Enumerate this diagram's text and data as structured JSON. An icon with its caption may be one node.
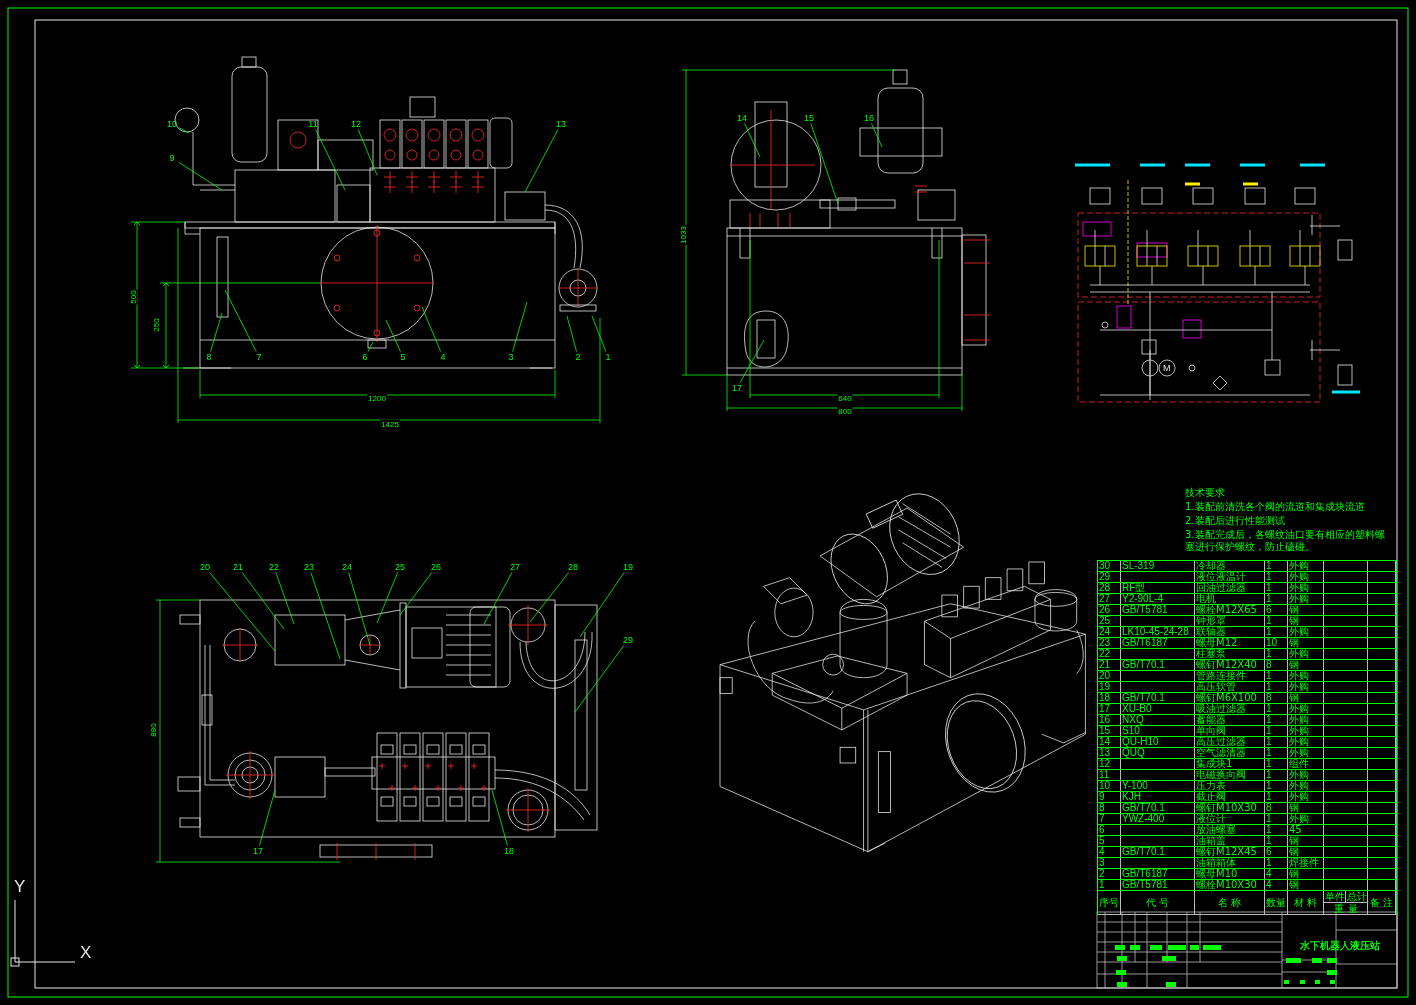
{
  "diagram": {
    "title": "水下机器人液压站",
    "nodes": [
      {
        "text": [
          "10"
        ]
      },
      {
        "text": [
          "9"
        ]
      },
      {
        "text": [
          "11"
        ]
      },
      {
        "text": [
          "12"
        ]
      },
      {
        "text": [
          "13"
        ]
      },
      {
        "text": [
          "8"
        ]
      },
      {
        "text": [
          "7"
        ]
      },
      {
        "text": [
          "6"
        ]
      },
      {
        "text": [
          "5"
        ]
      },
      {
        "text": [
          "4"
        ]
      },
      {
        "text": [
          "3"
        ]
      },
      {
        "text": [
          "2"
        ]
      },
      {
        "text": [
          "1"
        ]
      },
      {
        "text": [
          "14"
        ]
      },
      {
        "text": [
          "15"
        ]
      },
      {
        "text": [
          "16"
        ]
      },
      {
        "text": [
          "17"
        ]
      },
      {
        "text": [
          "20"
        ]
      },
      {
        "text": [
          "21"
        ]
      },
      {
        "text": [
          "22"
        ]
      },
      {
        "text": [
          "23"
        ]
      },
      {
        "text": [
          "24"
        ]
      },
      {
        "text": [
          "25"
        ]
      },
      {
        "text": [
          "26"
        ]
      },
      {
        "text": [
          "27"
        ]
      },
      {
        "text": [
          "28"
        ]
      },
      {
        "text": [
          "19"
        ]
      },
      {
        "text": [
          "29"
        ]
      },
      {
        "text": [
          "17"
        ]
      },
      {
        "text": [
          "18"
        ]
      }
    ],
    "edges": [
      {
        "from": 0,
        "to": null,
        "arrow": "none"
      },
      {
        "from": 1,
        "to": null,
        "arrow": "none"
      },
      {
        "from": 2,
        "to": null,
        "arrow": "none"
      },
      {
        "from": 3,
        "to": null,
        "arrow": "none"
      },
      {
        "from": 4,
        "to": null,
        "arrow": "none"
      },
      {
        "from": 5,
        "to": null,
        "arrow": "none"
      },
      {
        "from": 6,
        "to": null,
        "arrow": "none"
      },
      {
        "from": 7,
        "to": null,
        "arrow": "none"
      },
      {
        "from": 8,
        "to": null,
        "arrow": "none"
      },
      {
        "from": 9,
        "to": null,
        "arrow": "none"
      },
      {
        "from": 10,
        "to": null,
        "arrow": "none"
      },
      {
        "from": 11,
        "to": null,
        "arrow": "none"
      },
      {
        "from": 12,
        "to": null,
        "arrow": "none"
      },
      {
        "from": 13,
        "to": null,
        "arrow": "none"
      },
      {
        "from": 14,
        "to": null,
        "arrow": "none"
      },
      {
        "from": 15,
        "to": null,
        "arrow": "none"
      },
      {
        "from": 16,
        "to": null,
        "arrow": "none"
      },
      {
        "from": 17,
        "to": null,
        "arrow": "none"
      },
      {
        "from": 18,
        "to": null,
        "arrow": "none"
      },
      {
        "from": 19,
        "to": null,
        "arrow": "none"
      },
      {
        "from": 20,
        "to": null,
        "arrow": "none"
      },
      {
        "from": 21,
        "to": null,
        "arrow": "none"
      },
      {
        "from": 22,
        "to": null,
        "arrow": "none"
      },
      {
        "from": 23,
        "to": null,
        "arrow": "none"
      },
      {
        "from": 24,
        "to": null,
        "arrow": "none"
      },
      {
        "from": 25,
        "to": null,
        "arrow": "none"
      },
      {
        "from": 26,
        "to": null,
        "arrow": "none"
      },
      {
        "from": 27,
        "to": null,
        "arrow": "none"
      },
      {
        "from": 28,
        "to": null,
        "arrow": "none"
      },
      {
        "from": 29,
        "to": null,
        "arrow": "none"
      }
    ],
    "labels": [
      "500",
      "250",
      "1200",
      "1425",
      "1033",
      "640",
      "800",
      "880",
      "技术要求",
      "1.装配前清洗各个阀的流道和集成块流道",
      "2.装配后进行性能测试",
      "3.装配完成后，各螺纹油口要有相应的塑料螺塞进行保护螺纹，防止磕碰。",
      "30",
      "SL-319",
      "冷却器",
      "1",
      "外购",
      "29",
      "液位液温计",
      "1",
      "外购",
      "28",
      "RF型",
      "回油过滤器",
      "1",
      "外购",
      "27",
      "Y2-90L-4",
      "电机",
      "1",
      "外购",
      "26",
      "GB/T5781",
      "螺栓M12X65",
      "6",
      "钢",
      "25",
      "钟形罩",
      "1",
      "钢",
      "24",
      "LK10-45-24-28",
      "联轴器",
      "1",
      "外购",
      "23",
      "GB/T6187",
      "螺母M12",
      "10",
      "钢",
      "22",
      "柱塞泵",
      "1",
      "外购",
      "21",
      "GB/T70.1",
      "螺钉M12X40",
      "8",
      "钢",
      "20",
      "管路连接件",
      "1",
      "外购",
      "19",
      "高压软管",
      "1",
      "外购",
      "18",
      "GB/T70.1",
      "螺钉M6X100",
      "8",
      "钢",
      "17",
      "XU-B0",
      "吸油过滤器",
      "1",
      "外购",
      "16",
      "NXQ",
      "蓄能器",
      "1",
      "外购",
      "15",
      "S10",
      "单向阀",
      "1",
      "外购",
      "14",
      "QU-H10",
      "高压过滤器",
      "1",
      "外购",
      "13",
      "QUQ",
      "空气滤清器",
      "1",
      "外购",
      "12",
      "集成块1",
      "1",
      "组件",
      "11",
      "电磁换向阀",
      "1",
      "外购",
      "10",
      "Y-100",
      "压力表",
      "1",
      "外购",
      "9",
      "KJH",
      "截止阀",
      "1",
      "外购",
      "8",
      "GB/T70.1",
      "螺钉M10X30",
      "8",
      "钢",
      "7",
      "YWZ-400",
      "液位计",
      "1",
      "外购",
      "6",
      "放油螺塞",
      "1",
      "45",
      "5",
      "油箱盖",
      "1",
      "钢",
      "4",
      "GB/T70.1",
      "螺钉M12X45",
      "6",
      "钢",
      "3",
      "油箱箱体",
      "1",
      "焊接件",
      "2",
      "GB/T6187",
      "螺母M10",
      "4",
      "钢",
      "1",
      "GB/T5781",
      "螺栓M10X30",
      "4",
      "钢",
      "序号",
      "代 号",
      "名 称",
      "数量",
      "材 料",
      "单件",
      "总计",
      "重 量",
      "备 注",
      "Y",
      "X",
      "M"
    ]
  }
}
